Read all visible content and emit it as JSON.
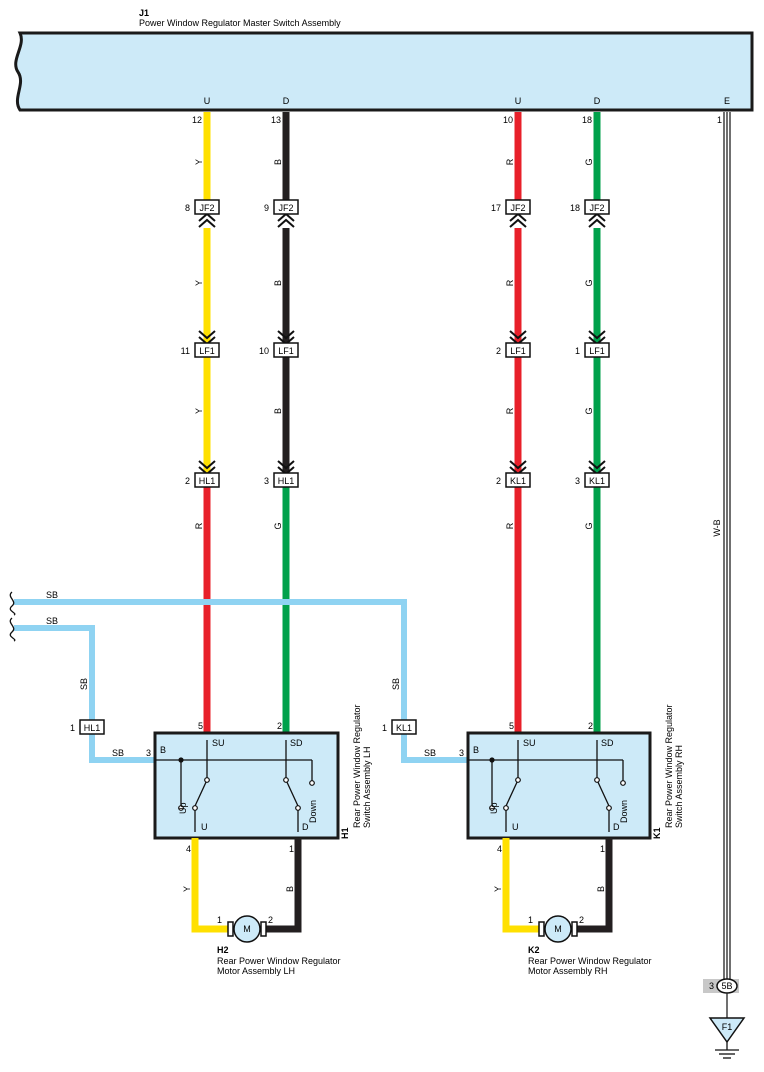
{
  "master": {
    "code": "J1",
    "name": "Power Window Regulator Master Switch Assembly",
    "terminals": [
      "U",
      "D",
      "U",
      "D",
      "E"
    ],
    "pins": [
      "12",
      "13",
      "10",
      "18",
      "1"
    ]
  },
  "wire_colors": {
    "Y": "#ffe000",
    "B": "#231f20",
    "R": "#e8202a",
    "G": "#00a14b",
    "SB": "#8fd3f2",
    "WB": "#222222"
  },
  "wires": {
    "lh_up_upper": "Y",
    "lh_dn_upper": "B",
    "rh_up_upper": "R",
    "rh_dn_upper": "G",
    "lh_up_lower": "R",
    "lh_dn_lower": "G",
    "rh_up_lower": "R",
    "rh_dn_lower": "G",
    "ground": "W-B",
    "sb_top": "SB",
    "sb_bottom": "SB",
    "sb_lh": "SB",
    "sb_rh": "SB",
    "sb_lh_b": "SB",
    "sb_rh_b": "SB",
    "lh_motor_u": "Y",
    "lh_motor_d": "B",
    "rh_motor_u": "Y",
    "rh_motor_d": "B"
  },
  "connectors": {
    "jf2": {
      "label": "JF2",
      "pins": [
        "8",
        "9",
        "17",
        "18"
      ]
    },
    "lf1": {
      "label": "LF1",
      "pins": [
        "11",
        "10",
        "2",
        "1"
      ]
    },
    "hl1": {
      "label": "HL1",
      "pins": [
        "2",
        "3"
      ]
    },
    "kl1": {
      "label": "KL1",
      "pins": [
        "2",
        "3"
      ]
    },
    "hl1_sb": {
      "label": "HL1",
      "pin": "1"
    },
    "kl1_sb": {
      "label": "KL1",
      "pin": "1"
    }
  },
  "switch_lh": {
    "code": "H1",
    "name_line1": "Rear Power Window Regulator",
    "name_line2": "Switch Assembly LH",
    "pin_su": "5",
    "pin_sd": "2",
    "pin_b": "3",
    "pin_u": "4",
    "pin_d": "1",
    "term_su": "SU",
    "term_sd": "SD",
    "term_b": "B",
    "term_u": "U",
    "term_d": "D",
    "up": "Up",
    "down": "Down"
  },
  "switch_rh": {
    "code": "K1",
    "name_line1": "Rear Power Window Regulator",
    "name_line2": "Switch Assembly RH",
    "pin_su": "5",
    "pin_sd": "2",
    "pin_b": "3",
    "pin_u": "4",
    "pin_d": "1",
    "term_su": "SU",
    "term_sd": "SD",
    "term_b": "B",
    "term_u": "U",
    "term_d": "D",
    "up": "Up",
    "down": "Down"
  },
  "motor_lh": {
    "code": "H2",
    "name_line1": "Rear Power Window Regulator",
    "name_line2": "Motor Assembly LH",
    "symbol": "M",
    "pin1": "1",
    "pin2": "2"
  },
  "motor_rh": {
    "code": "K2",
    "name_line1": "Rear Power Window Regulator",
    "name_line2": "Motor Assembly RH",
    "symbol": "M",
    "pin1": "1",
    "pin2": "2"
  },
  "ground_splice": {
    "label": "5B",
    "pin": "3"
  },
  "ground_point": {
    "label": "F1"
  }
}
